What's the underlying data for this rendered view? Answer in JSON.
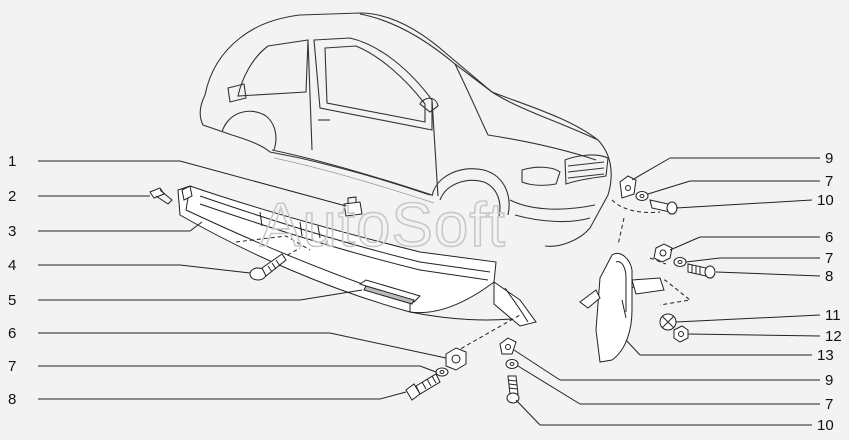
{
  "watermark": "AutoSoft",
  "left_labels": {
    "l1": "1",
    "l2": "2",
    "l3": "3",
    "l4": "4",
    "l5": "5",
    "l6": "6",
    "l7": "7",
    "l8": "8"
  },
  "right_labels": {
    "r1": "9",
    "r2": "7",
    "r3": "10",
    "r4": "6",
    "r5": "7",
    "r6": "8",
    "r7": "11",
    "r8": "12",
    "r9": "13",
    "r10": "9",
    "r11": "7",
    "r12": "10"
  }
}
